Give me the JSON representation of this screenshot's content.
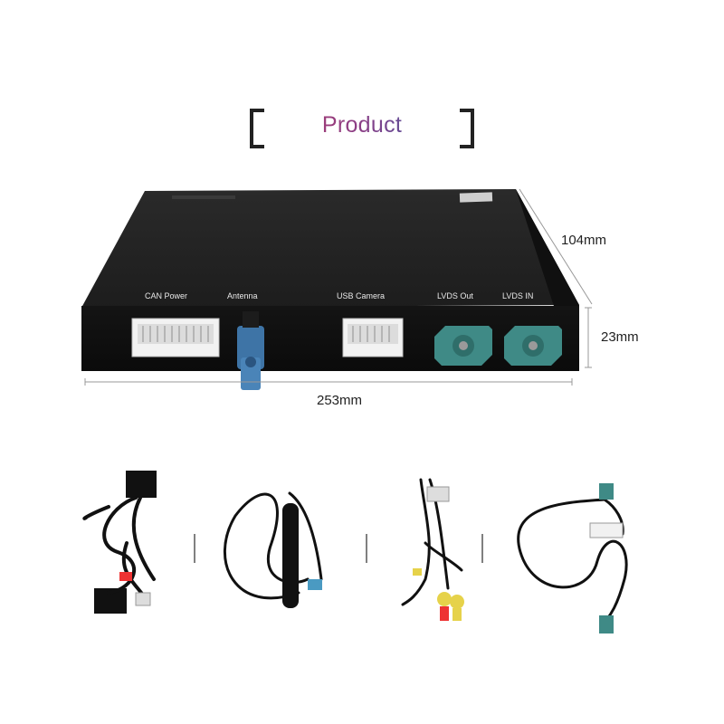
{
  "header": {
    "title": "Product"
  },
  "device": {
    "ports": {
      "can_power": "CAN Power",
      "antenna": "Antenna",
      "usb_camera": "USB Camera",
      "lvds_out": "LVDS Out",
      "lvds_in": "LVDS IN"
    }
  },
  "dimensions": {
    "depth": "104mm",
    "height": "23mm",
    "width": "253mm"
  },
  "accessories": [
    "can-power-harness",
    "antenna-cable",
    "usb-camera-harness",
    "lvds-cable"
  ]
}
